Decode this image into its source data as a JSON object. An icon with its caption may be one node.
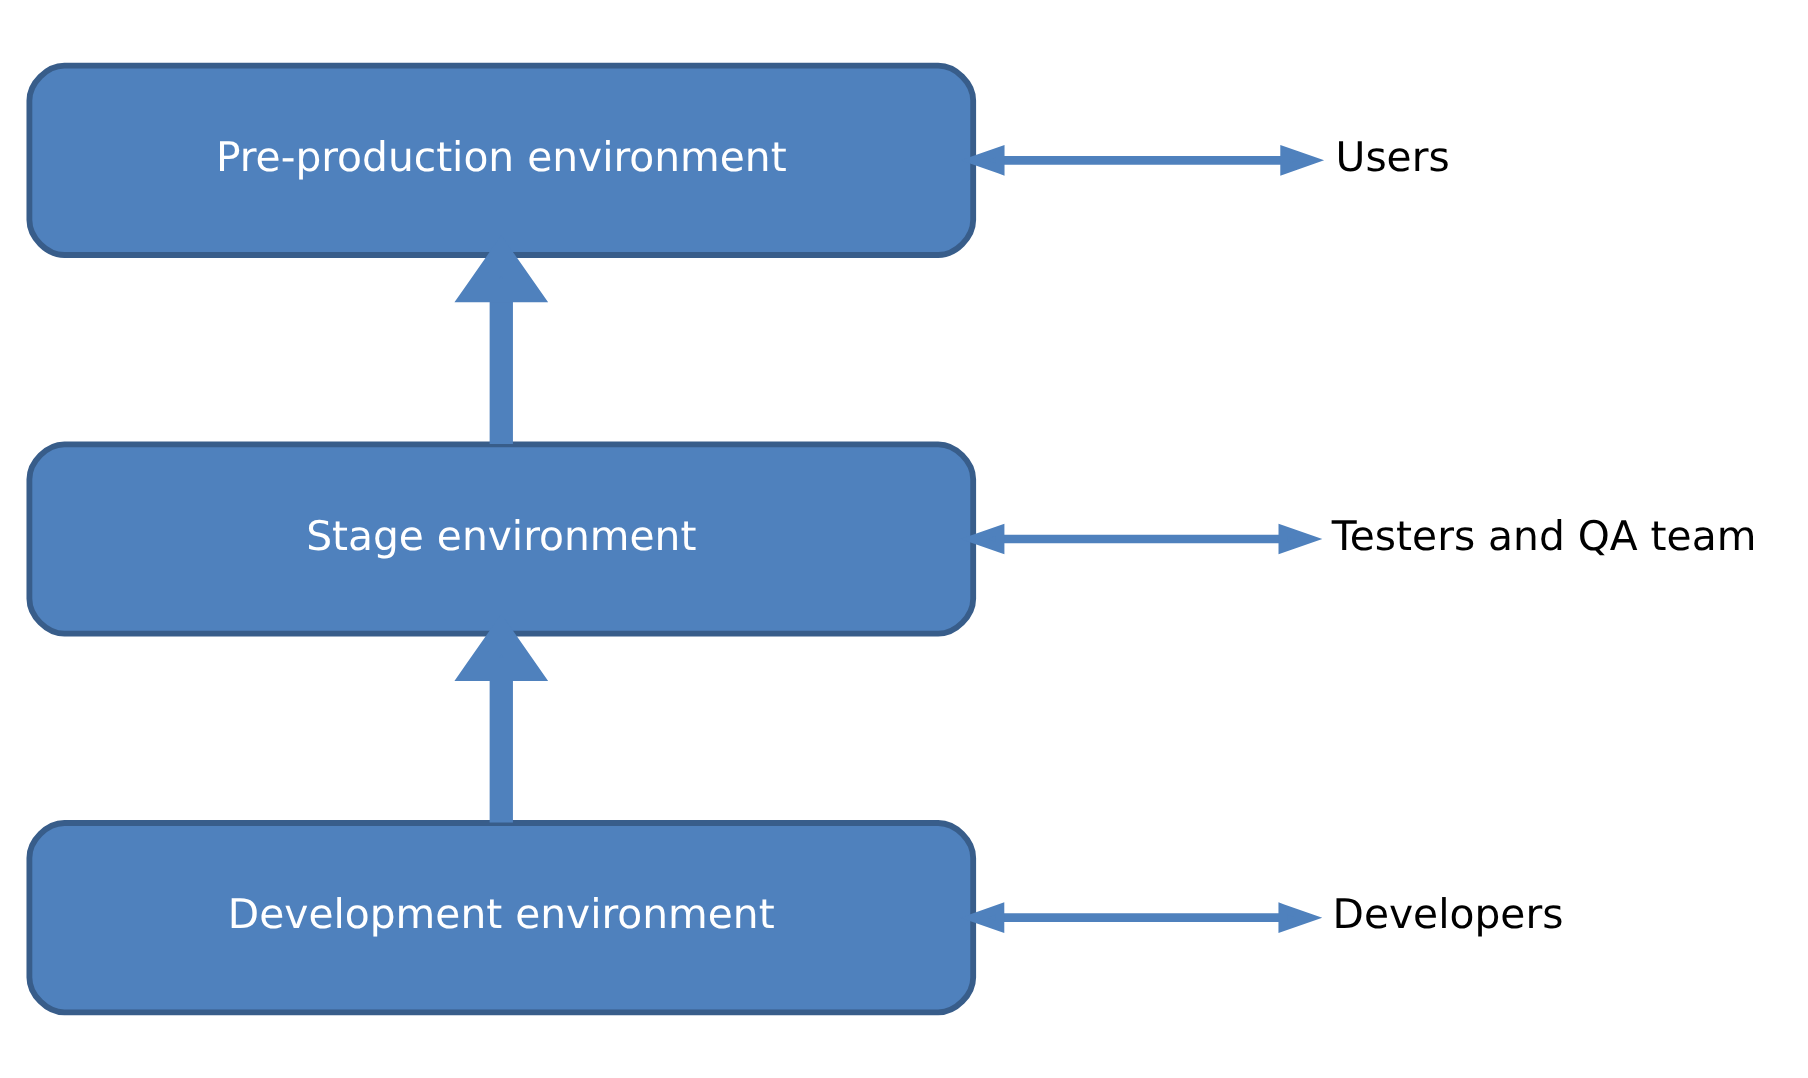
{
  "diagram": {
    "nodes": [
      {
        "text": [
          "Pre-production environment"
        ]
      },
      {
        "text": [
          "Stage environment"
        ]
      },
      {
        "text": [
          "Development environment"
        ]
      },
      {
        "text": [
          "Users"
        ]
      },
      {
        "text": [
          "Testers and QA team"
        ]
      },
      {
        "text": [
          "Developers"
        ]
      }
    ],
    "edges": [
      {
        "from": 2,
        "to": 1,
        "arrow": "to",
        "style": "thick"
      },
      {
        "from": 1,
        "to": 0,
        "arrow": "to",
        "style": "thick"
      },
      {
        "from": 0,
        "to": 3,
        "arrow": "both"
      },
      {
        "from": 1,
        "to": 4,
        "arrow": "both"
      },
      {
        "from": 2,
        "to": 5,
        "arrow": "both"
      }
    ]
  }
}
